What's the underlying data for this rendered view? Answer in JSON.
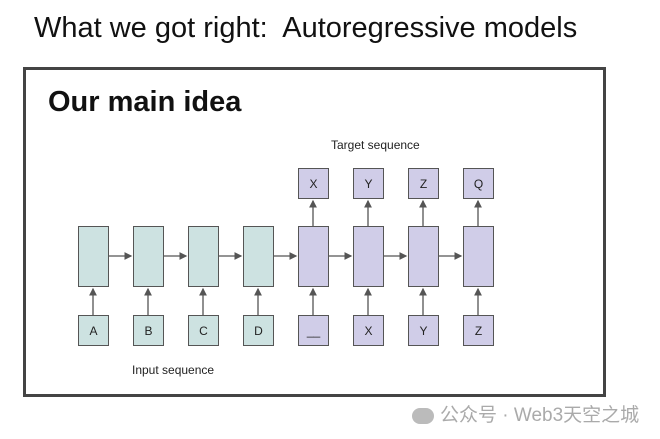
{
  "title": "What we got right:  Autoregressive models",
  "slide": {
    "heading": "Our main idea",
    "target_label": "Target sequence",
    "input_label": "Input sequence",
    "inputs": [
      "A",
      "B",
      "C",
      "D",
      "__",
      "X",
      "Y",
      "Z"
    ],
    "targets": [
      "X",
      "Y",
      "Z",
      "Q"
    ]
  },
  "watermark": "公众号 · Web3天空之城",
  "colors": {
    "encoder": "#cde2e1",
    "decoder": "#d0cde8"
  }
}
